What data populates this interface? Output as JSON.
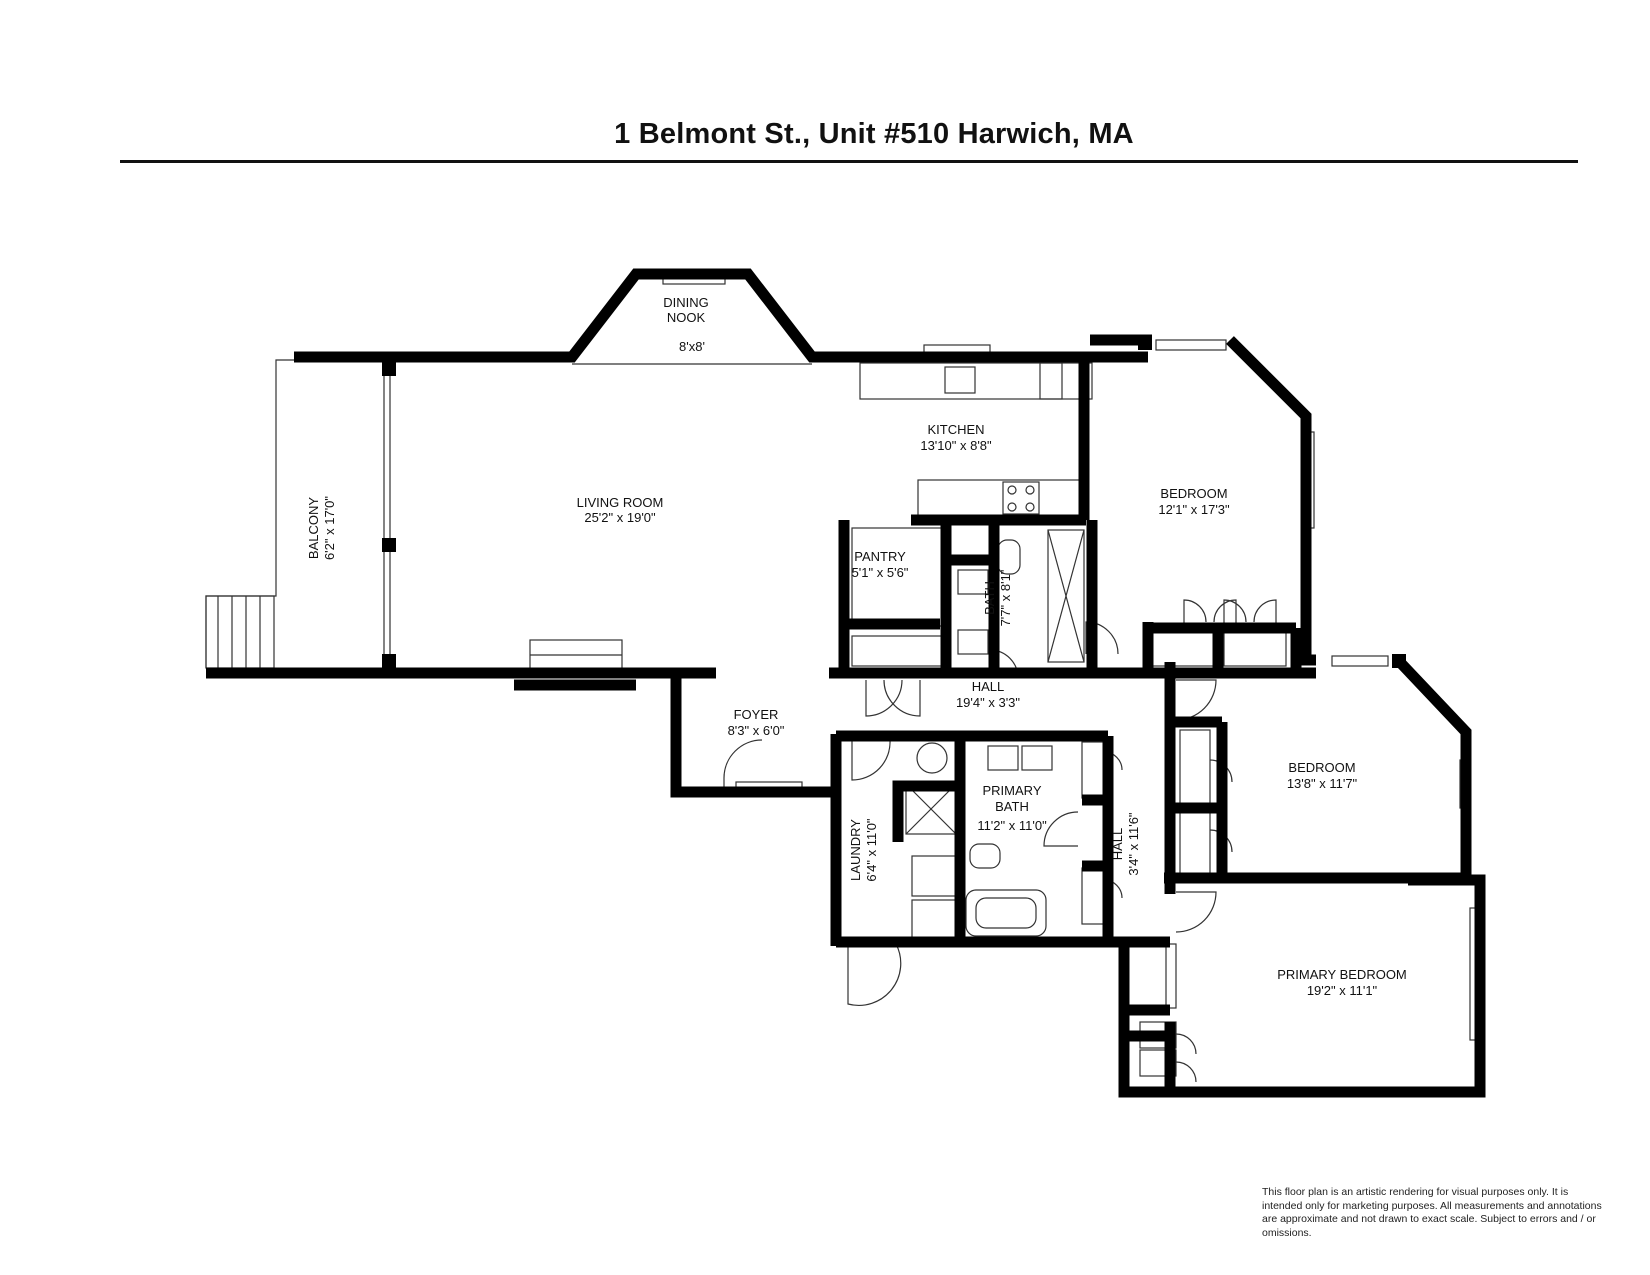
{
  "title": "1 Belmont St., Unit #510  Harwich, MA",
  "disclaimer": "This floor plan is an artistic rendering for visual purposes only. It is intended only for marketing purposes. All measurements and annotations are approximate and not drawn to exact scale. Subject to errors and / or omissions.",
  "rooms": {
    "dining_nook": {
      "name_line1": "DINING",
      "name_line2": "NOOK",
      "dims": "8'x8'"
    },
    "living_room": {
      "name": "LIVING ROOM",
      "dims": "25'2\" x 19'0\""
    },
    "kitchen": {
      "name": "KITCHEN",
      "dims": "13'10\" x 8'8\""
    },
    "balcony": {
      "name": "BALCONY",
      "dims": "6'2\" x 17'0\""
    },
    "pantry": {
      "name": "PANTRY",
      "dims": "5'1\" x 5'6\""
    },
    "bath": {
      "name": "BATH",
      "dims": "7'7\" x 8'1\""
    },
    "bedroom_1": {
      "name": "BEDROOM",
      "dims": "12'1\" x 17'3\""
    },
    "hall_main": {
      "name": "HALL",
      "dims": "19'4\" x 3'3\""
    },
    "foyer": {
      "name": "FOYER",
      "dims": "8'3\" x 6'0\""
    },
    "primary_bath": {
      "name_line1": "PRIMARY",
      "name_line2": "BATH",
      "dims": "11'2\" x 11'0\""
    },
    "laundry": {
      "name": "LAUNDRY",
      "dims": "6'4\" x 11'0\""
    },
    "hall_small": {
      "name": "HALL",
      "dims": "3'4\" x 11'6\""
    },
    "bedroom_2": {
      "name": "BEDROOM",
      "dims": "13'8\" x 11'7\""
    },
    "primary_bedroom": {
      "name": "PRIMARY BEDROOM",
      "dims": "19'2\" x 11'1\""
    }
  }
}
